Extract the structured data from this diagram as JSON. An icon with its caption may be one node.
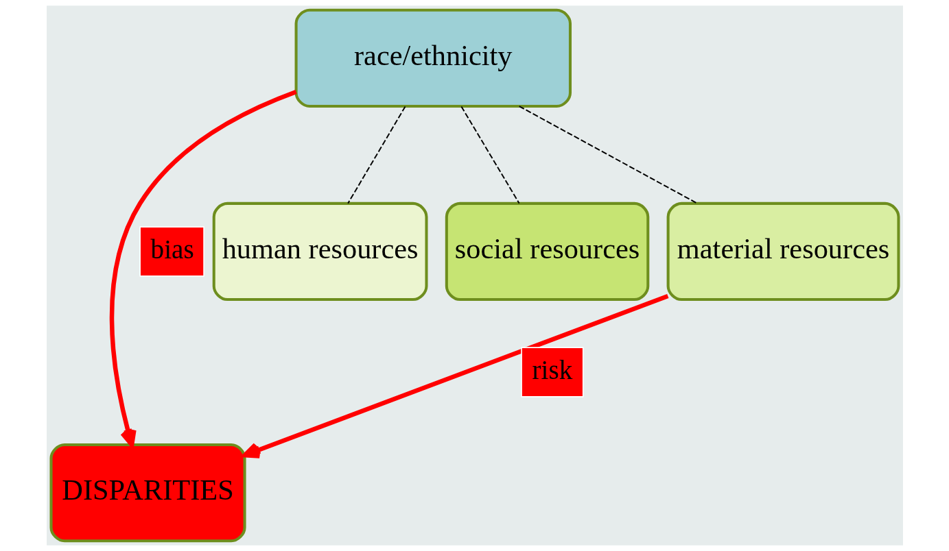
{
  "diagram": {
    "nodes": [
      {
        "text": [
          "race/ethnicity"
        ]
      },
      {
        "text": [
          "DISPARITIES"
        ]
      },
      {
        "text": [
          "human resources"
        ]
      },
      {
        "text": [
          "social resources"
        ]
      },
      {
        "text": [
          "material resources"
        ]
      }
    ],
    "edges": [
      {
        "from": 0,
        "to": 1,
        "arrow": "to",
        "label": "bias",
        "style": "thick",
        "color": "#ff0000"
      },
      {
        "from": 0,
        "to": 2,
        "arrow": "none",
        "style": "dashed"
      },
      {
        "from": 0,
        "to": 3,
        "arrow": "none",
        "style": "dashed"
      },
      {
        "from": 0,
        "to": 4,
        "arrow": "none",
        "style": "dashed"
      },
      {
        "from": 4,
        "to": 1,
        "arrow": "to",
        "label": "risk",
        "style": "thick",
        "color": "#ff0000"
      }
    ]
  }
}
